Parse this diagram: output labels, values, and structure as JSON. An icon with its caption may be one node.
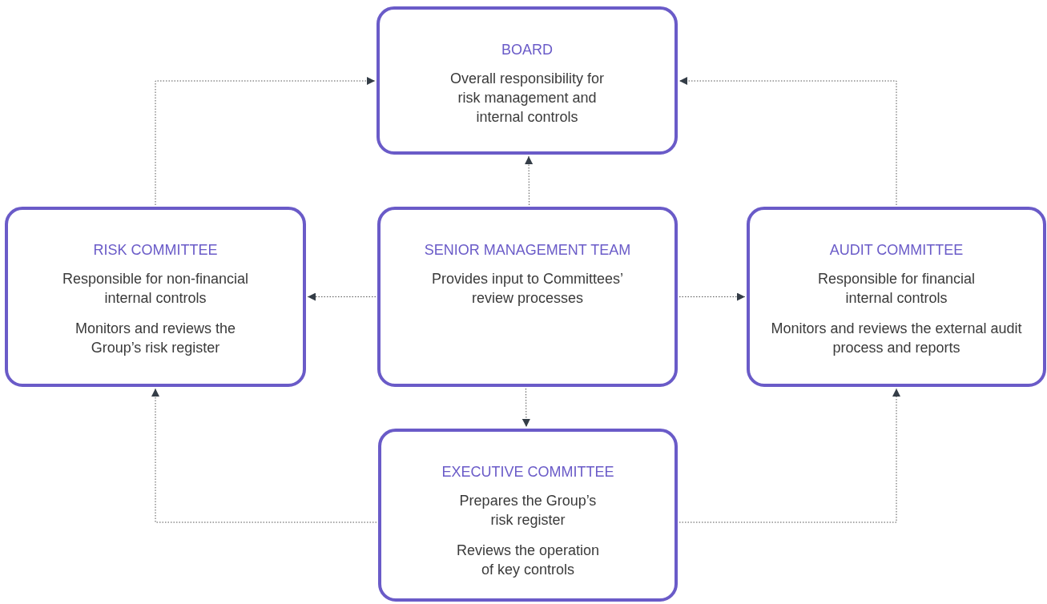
{
  "diagram": {
    "nodes": [
      {
        "text": [
          "BOARD",
          "Overall responsibility for risk management and internal controls"
        ]
      },
      {
        "text": [
          "RISK COMMITTEE",
          "Responsible for non-financial internal controls",
          "Monitors and reviews the Group’s risk register"
        ]
      },
      {
        "text": [
          "SENIOR MANAGEMENT TEAM",
          "Provides input to Committees’ review processes"
        ]
      },
      {
        "text": [
          "AUDIT COMMITTEE",
          "Responsible for financial internal controls",
          "Monitors and reviews the external audit process and reports"
        ]
      },
      {
        "text": [
          "EXECUTIVE COMMITTEE",
          "Prepares the Group’s risk register",
          "Reviews the operation of key controls"
        ]
      }
    ],
    "edges": [
      {
        "from": 2,
        "to": 0,
        "arrow": "to",
        "style": "dashed"
      },
      {
        "from": 2,
        "to": 1,
        "arrow": "to",
        "style": "dashed"
      },
      {
        "from": 2,
        "to": 3,
        "arrow": "to",
        "style": "dashed"
      },
      {
        "from": 2,
        "to": 4,
        "arrow": "to",
        "style": "dashed"
      },
      {
        "from": 1,
        "to": 0,
        "arrow": "to",
        "style": "dashed"
      },
      {
        "from": 3,
        "to": 0,
        "arrow": "to",
        "style": "dashed"
      },
      {
        "from": 4,
        "to": 1,
        "arrow": "to",
        "style": "dashed"
      },
      {
        "from": 4,
        "to": 3,
        "arrow": "to",
        "style": "dashed"
      }
    ]
  }
}
